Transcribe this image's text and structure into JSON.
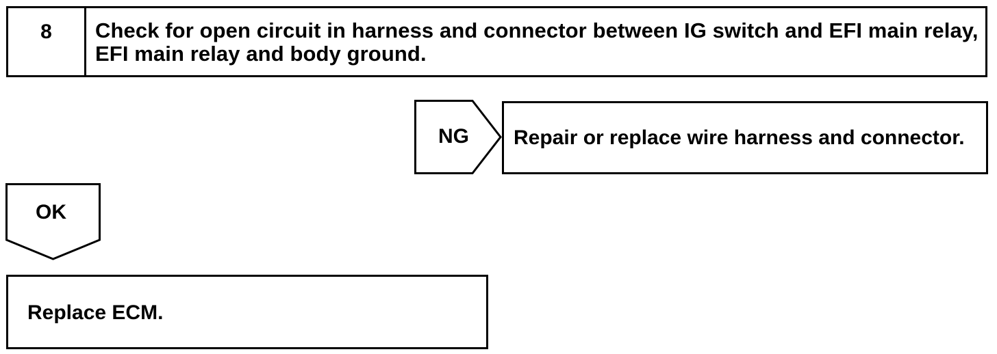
{
  "step": {
    "number": "8",
    "title": "Check for open circuit in harness and connector between IG switch and EFI main relay, EFI main relay and body ground."
  },
  "ng_branch": {
    "tag": "NG",
    "result": "Repair or replace wire harness and connector."
  },
  "ok_branch": {
    "tag": "OK"
  },
  "final_step": {
    "text": "Replace ECM."
  },
  "colors": {
    "line": "#000000",
    "background": "#ffffff"
  }
}
